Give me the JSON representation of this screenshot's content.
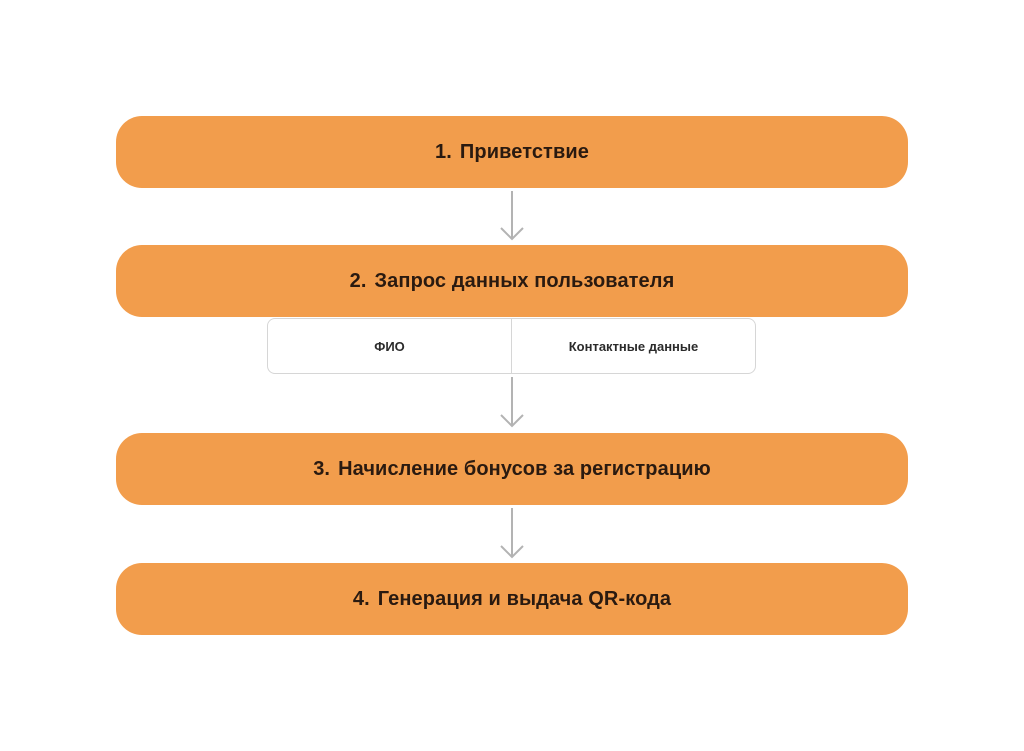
{
  "colors": {
    "step_fill": "#F29D4C",
    "arrow": "#B3B3B3"
  },
  "steps": [
    {
      "number": "1.",
      "label": "Приветствие"
    },
    {
      "number": "2.",
      "label": "Запрос данных пользователя"
    },
    {
      "number": "3.",
      "label": "Начисление бонусов за регистрацию"
    },
    {
      "number": "4.",
      "label": "Генерация и выдача QR-кода"
    }
  ],
  "user_data_fields": [
    "ФИО",
    "Контактные данные"
  ]
}
